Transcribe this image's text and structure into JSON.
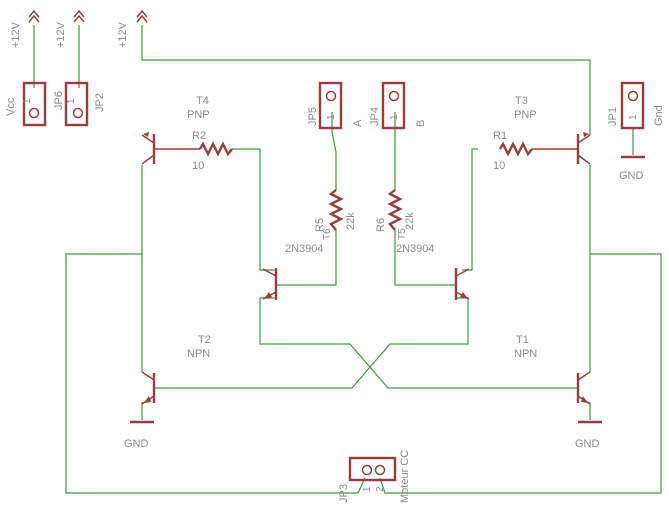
{
  "supplies": {
    "label": "+12V",
    "net_label": "Vcc"
  },
  "ground_label": "GND",
  "connectors": {
    "jp6": {
      "name": "JP6",
      "pin": "1"
    },
    "jp2": {
      "name": "JP2",
      "pin": "1"
    },
    "jp5": {
      "name": "JP5",
      "pin": "1",
      "signal": "A"
    },
    "jp4": {
      "name": "JP4",
      "pin": "1",
      "signal": "B"
    },
    "jp1": {
      "name": "JP1",
      "pin": "1",
      "signal": "Gnd"
    },
    "jp3": {
      "name": "JP3",
      "pin1": "1",
      "pin2": "2",
      "signal": "Moteur CC"
    }
  },
  "transistors": {
    "t4": {
      "name": "T4",
      "type": "PNP"
    },
    "t3": {
      "name": "T3",
      "type": "PNP"
    },
    "t2": {
      "name": "T2",
      "type": "NPN"
    },
    "t1": {
      "name": "T1",
      "type": "NPN"
    },
    "t6": {
      "name": "T6",
      "part": "2N3904"
    },
    "t5": {
      "name": "T5",
      "part": "2N3904"
    }
  },
  "resistors": {
    "r2": {
      "name": "R2",
      "value": "10"
    },
    "r1": {
      "name": "R1",
      "value": "10"
    },
    "r5": {
      "name": "R5",
      "value": "22k"
    },
    "r6": {
      "name": "R6",
      "value": "22k"
    }
  },
  "colors": {
    "wire": "#3d9a3d",
    "part": "#9b3b3b",
    "text": "#8a8a8a"
  }
}
